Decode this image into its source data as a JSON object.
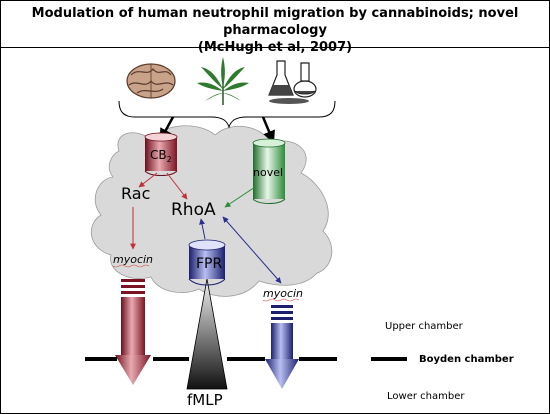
{
  "title": {
    "line1": "Modulation of human neutrophil migration by cannabinoids; novel pharmacology",
    "line2": "(McHugh et al, 2007)"
  },
  "labels": {
    "cb2": "CB",
    "cb2_sub": "2",
    "novel": "novel",
    "rac": "Rac",
    "rhoa": "RhoA",
    "myocin_left": "myocin",
    "myocin_right": "myocin",
    "fpr": "FPR",
    "fmlp": "fMLP",
    "upper_chamber": "Upper chamber",
    "boyden_chamber": "Boyden chamber",
    "lower_chamber": "Lower chamber"
  },
  "icons": [
    "brain-icon",
    "cannabis-leaf-icon",
    "chemistry-flasks-icon"
  ],
  "colors": {
    "cb2": "#8b1a2a",
    "novel": "#2e8b3a",
    "fpr": "#2a2f8f",
    "cell": "#d9d9d9"
  }
}
